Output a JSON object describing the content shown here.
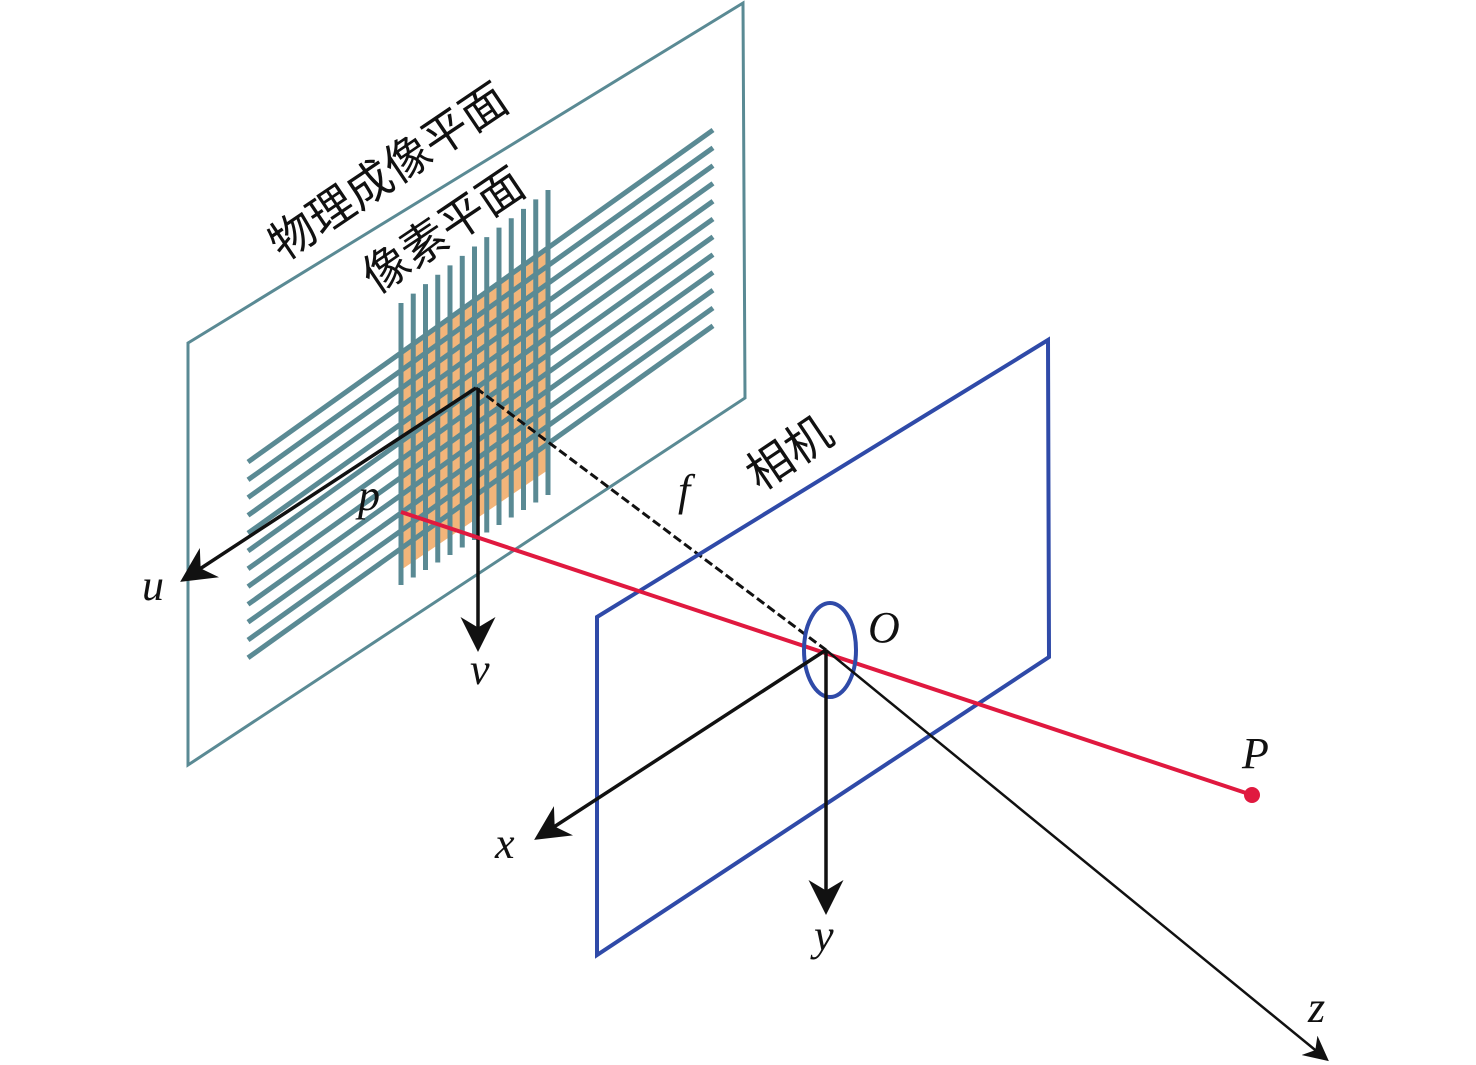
{
  "labels": {
    "physical_plane": "物理成像平面",
    "pixel_plane": "像素平面",
    "camera": "相机",
    "focal": "f",
    "origin": "O",
    "image_point": "p",
    "world_point": "P",
    "axis_u": "u",
    "axis_v": "v",
    "axis_x": "x",
    "axis_y": "y",
    "axis_z": "z"
  },
  "colors": {
    "physical_plane": "#5a8a94",
    "pixel_fill": "#f2b57a",
    "camera_plane": "#2f4aa8",
    "ray": "#e0193f",
    "axis": "#111111"
  }
}
